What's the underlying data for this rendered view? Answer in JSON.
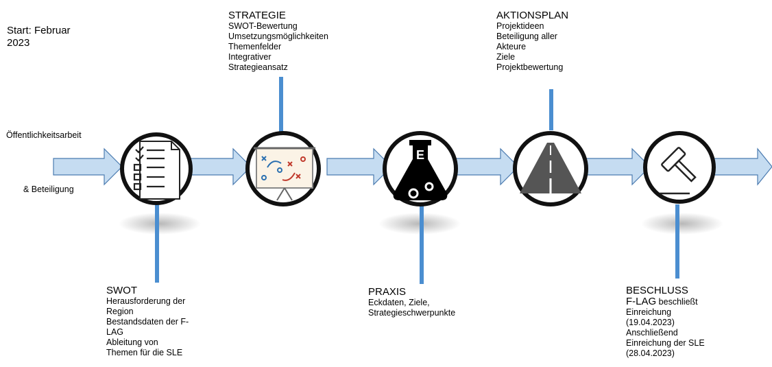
{
  "start": {
    "line1": "Start: Februar",
    "line2": "2023"
  },
  "side": {
    "top": "Öffentlichkeitsarbeit",
    "bottom": "& Beteiligung"
  },
  "stages": [
    {
      "icon": "checklist-icon",
      "title": "SWOT",
      "lines": [
        "Herausforderung der",
        "Region",
        "Bestandsdaten der F-",
        "LAG",
        "Ableitung von",
        "Themen für die SLE"
      ]
    },
    {
      "icon": "strategy-board-icon",
      "title": "STRATEGIE",
      "lines": [
        "SWOT-Bewertung",
        "Umsetzungsmöglichkeiten",
        "Themenfelder",
        "Integrativer",
        "Strategieansatz"
      ]
    },
    {
      "icon": "flask-icon",
      "title": "PRAXIS",
      "lines": [
        "Eckdaten, Ziele,",
        "Strategieschwerpunkte"
      ]
    },
    {
      "icon": "road-icon",
      "title": "AKTIONSPLAN",
      "lines": [
        "Projektideen",
        "Beteiligung aller",
        "Akteure",
        "Ziele",
        "Projektbewertung"
      ]
    },
    {
      "icon": "gavel-icon",
      "title": "BESCHLUSS",
      "lead_big": "F-LAG",
      "lead_small": " beschließt",
      "lines": [
        "Einreichung",
        "(19.04.2023)",
        "Anschließend",
        "Einreichung der SLE",
        "(28.04.2023)"
      ]
    }
  ],
  "colors": {
    "arrow_fill": "#c5dcf1",
    "arrow_stroke": "#4b7bb0",
    "connector": "#4b8ed0",
    "circle_stroke": "#111111",
    "flask_fill": "#000000"
  }
}
